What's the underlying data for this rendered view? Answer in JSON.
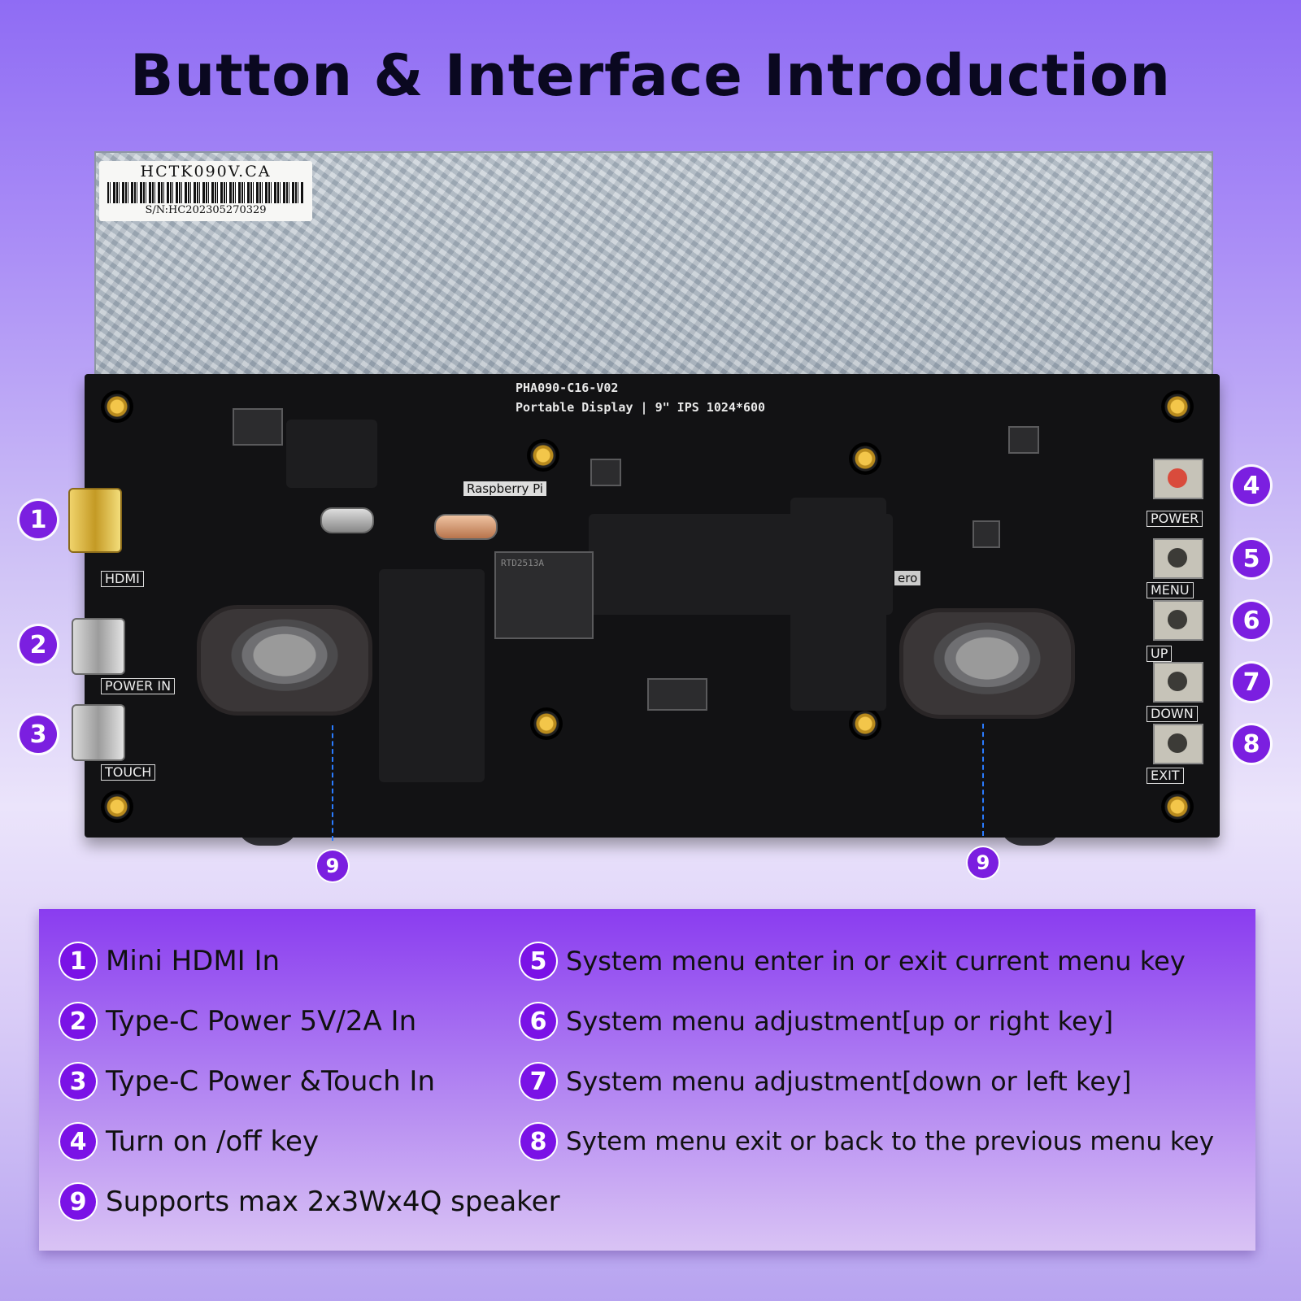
{
  "title": "Button & Interface Introduction",
  "sticker": {
    "model": "HCTK090V.CA",
    "serial": "S/N:HC202305270329"
  },
  "board": {
    "silk_line1": "PHA090-C16-V02",
    "silk_line2": "Portable  Display | 9\"  IPS  1024*600",
    "raspberry_label": "Raspberry Pi",
    "zero_label": "ero",
    "chip_text": "RTD2513A",
    "port_labels": {
      "hdmi": "HDMI",
      "power_in": "POWER IN",
      "touch": "TOUCH"
    },
    "button_labels": {
      "power": "POWER",
      "menu": "MENU",
      "up": "UP",
      "down": "DOWN",
      "exit": "EXIT"
    }
  },
  "callouts": [
    "1",
    "2",
    "3",
    "4",
    "5",
    "6",
    "7",
    "8",
    "9",
    "9"
  ],
  "legend": [
    {
      "num": "1",
      "text": "Mini HDMI In"
    },
    {
      "num": "2",
      "text": "Type-C Power 5V/2A In"
    },
    {
      "num": "3",
      "text": "Type-C Power &Touch In"
    },
    {
      "num": "4",
      "text": "Turn on /off key"
    },
    {
      "num": "9",
      "text": "Supports max 2x3Wx4Q speaker"
    },
    {
      "num": "5",
      "text": "System menu enter in or exit current menu key"
    },
    {
      "num": "6",
      "text": "System menu adjustment[up or right key]"
    },
    {
      "num": "7",
      "text": "System menu adjustment[down or left key]"
    },
    {
      "num": "8",
      "text": "Sytem menu exit or back to the previous menu key"
    }
  ]
}
